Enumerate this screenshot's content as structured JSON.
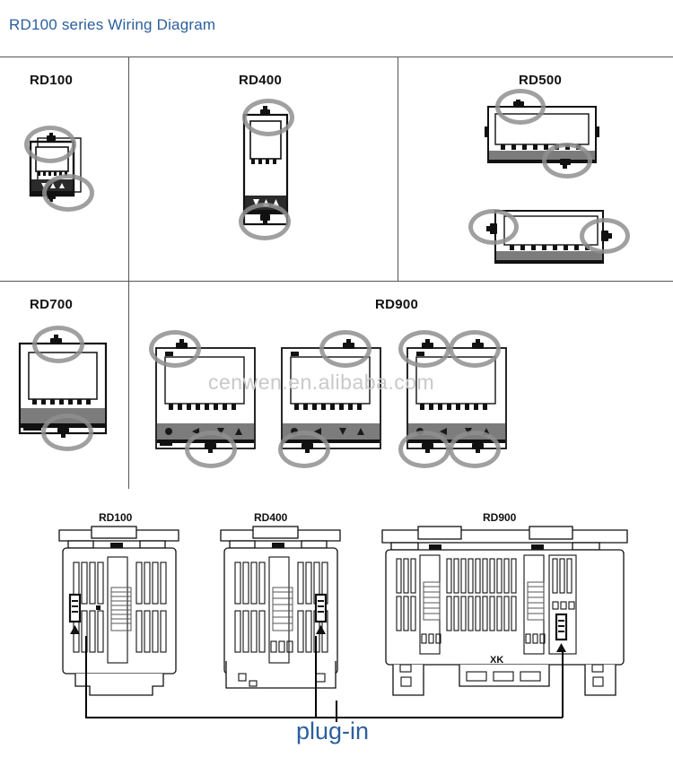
{
  "page": {
    "title": "RD100 series Wiring Diagram",
    "accent_color": "#2c5f9e",
    "ring_color": "#8f8f8f",
    "watermark": "cenwen.en.alibaba.com"
  },
  "grid": {
    "rows": [
      {
        "cells": [
          {
            "label": "RD100",
            "device": "panel-meter-small",
            "rings": 2
          },
          {
            "label": "RD400",
            "device": "panel-meter-tall",
            "rings": 2
          },
          {
            "label": "RD500",
            "device": "panel-meter-wide-pair",
            "rings": 4
          }
        ]
      },
      {
        "cells": [
          {
            "label": "RD700",
            "device": "panel-meter-medium",
            "rings": 2
          },
          {
            "label": "RD900",
            "device": "panel-meter-triple",
            "rings": 8
          }
        ]
      }
    ]
  },
  "bottom": {
    "items": [
      {
        "label": "RD100",
        "view": "rear-view"
      },
      {
        "label": "RD400",
        "view": "rear-view"
      },
      {
        "label": "RD900",
        "view": "rear-view",
        "brand_mark": "XK"
      }
    ],
    "callout": "plug-in"
  }
}
